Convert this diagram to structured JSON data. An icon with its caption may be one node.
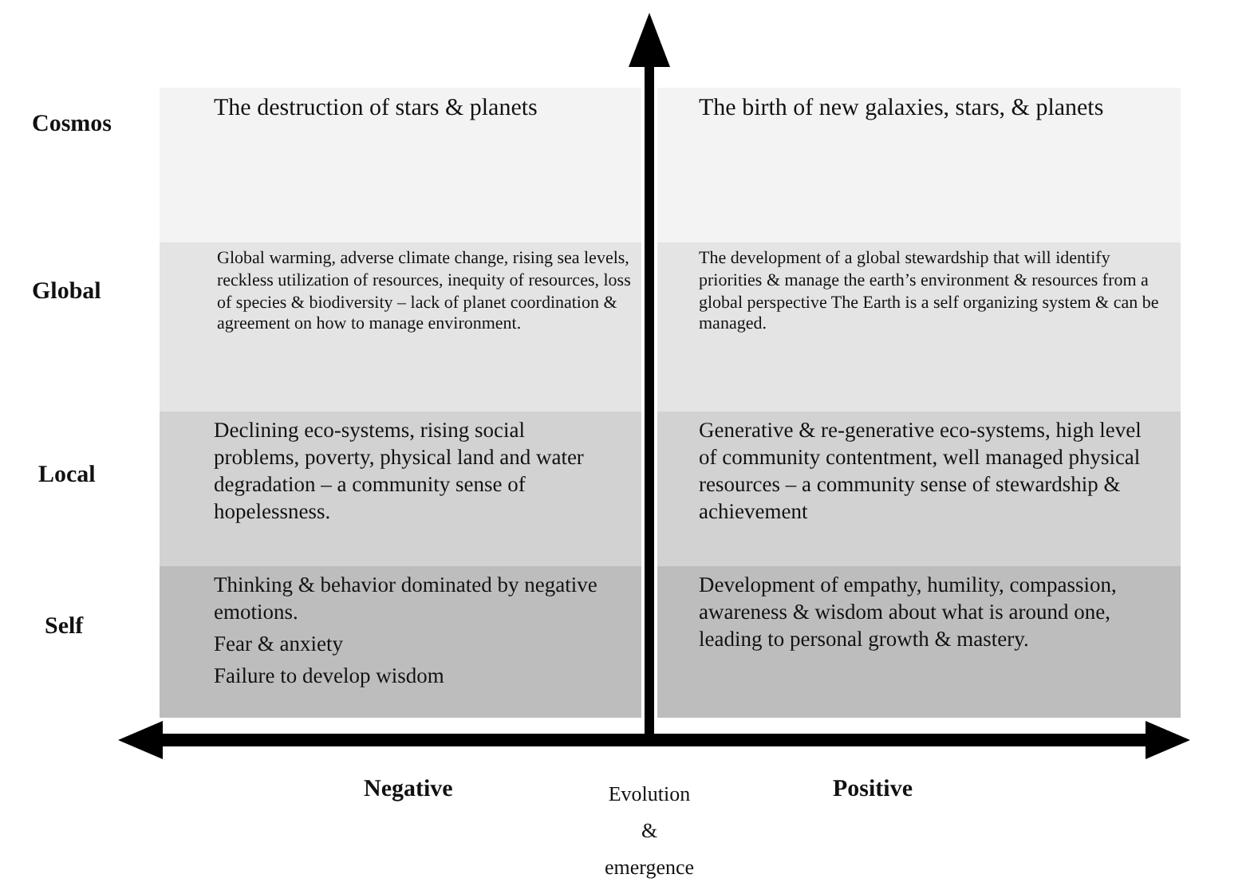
{
  "diagram": {
    "nodes": [
      {
        "text": [
          "The destruction of stars & planets"
        ]
      },
      {
        "text": [
          "The birth of new galaxies, stars, & planets"
        ]
      },
      {
        "text": [
          "Global warming, adverse climate change, rising sea levels, reckless utilization of resources, inequity of resources, loss of species & biodiversity – lack of planet coordination & agreement on how to manage environment."
        ]
      },
      {
        "text": [
          "The development of a global stewardship that will identify priorities & manage the earth’s environment & resources from a global perspective The Earth is a self organizing system & can be managed."
        ]
      },
      {
        "text": [
          "Declining eco-systems, rising social problems, poverty, physical land and water degradation – a community sense of hopelessness."
        ]
      },
      {
        "text": [
          "Generative & re-generative eco-systems, high level of community contentment, well managed physical resources – a community sense of stewardship & achievement"
        ]
      },
      {
        "text": [
          "Thinking & behavior dominated by negative emotions.",
          "Fear & anxiety",
          "Failure to develop wisdom"
        ]
      },
      {
        "text": [
          "Development of empathy, humility, compassion, awareness & wisdom about what is around one, leading to personal growth & mastery."
        ]
      }
    ],
    "edges": [],
    "labels": [
      "Cosmos",
      "Global",
      "Local",
      "Self",
      "Negative",
      "Evolution & emergence",
      "Positive"
    ]
  }
}
